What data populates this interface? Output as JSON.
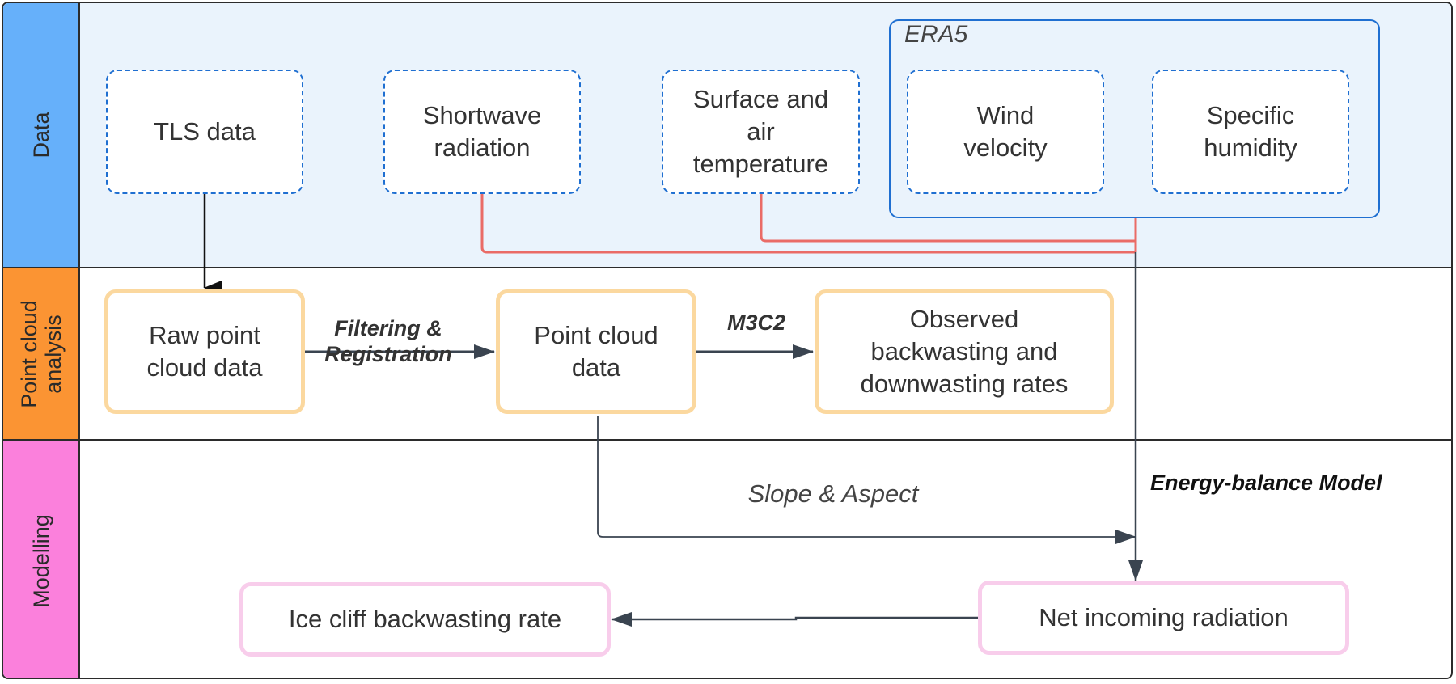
{
  "lanes": {
    "data": "Data",
    "point_cloud": "Point cloud\nanalysis",
    "modelling": "Modelling"
  },
  "data_nodes": {
    "tls": "TLS data",
    "shortwave": "Shortwave\nradiation",
    "temperature": "Surface and\nair\ntemperature",
    "era5_group": "ERA5",
    "wind": "Wind\nvelocity",
    "humidity": "Specific\nhumidity"
  },
  "point_cloud_nodes": {
    "raw": "Raw point\ncloud data",
    "point_cloud": "Point cloud\ndata",
    "observed": "Observed\nbackwasting and\ndownwasting rates"
  },
  "modelling_nodes": {
    "net_radiation": "Net incoming radiation",
    "ice_cliff": "Ice cliff backwasting rate"
  },
  "edge_labels": {
    "filtering": "Filtering &\nRegistration",
    "m3c2": "M3C2",
    "slope_aspect": "Slope & Aspect",
    "energy_balance": "Energy-balance Model"
  },
  "colors": {
    "data_lane": "#66b0fa",
    "point_cloud_lane": "#fb9433",
    "modelling_lane": "#fb80dc",
    "data_band": "#eaf3fc",
    "dashed_border": "#1f6fd1",
    "orange_border": "#fbd89f",
    "pink_border": "#f8cdeb",
    "red_connector": "#ea6b66",
    "dark_connector": "#3a4450"
  }
}
